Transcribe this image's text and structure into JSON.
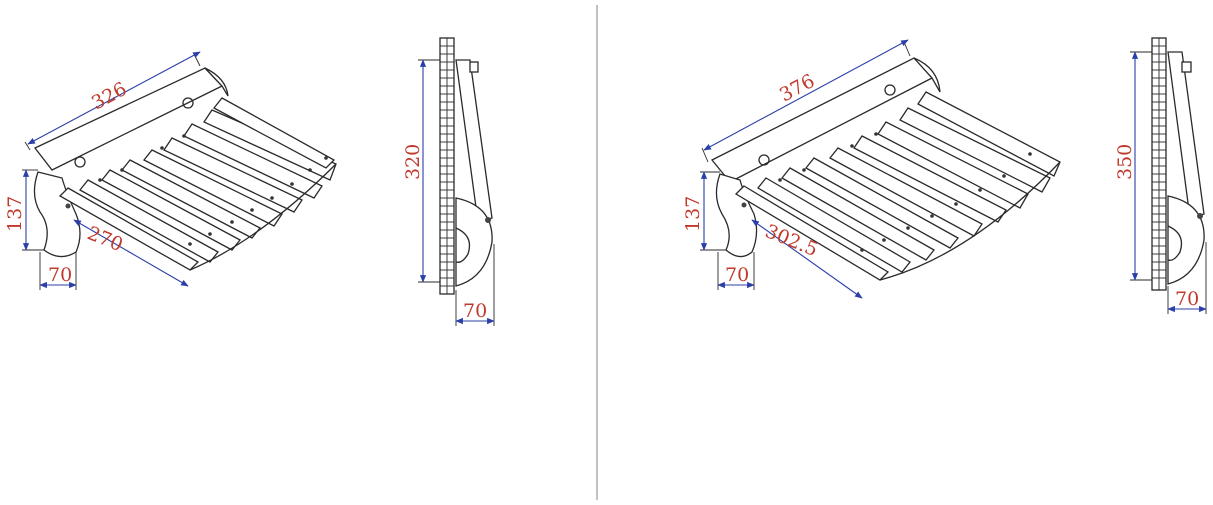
{
  "divider_color": "#9a9a9a",
  "line_color": "#2a2a2a",
  "dimension_line_color": "#2b3fa8",
  "dimension_text_color": "#c0392b",
  "left_product": {
    "perspective": {
      "width": "326",
      "height": "137",
      "depth": "270",
      "offset": "70"
    },
    "side": {
      "height": "320",
      "offset": "70"
    }
  },
  "right_product": {
    "perspective": {
      "width": "376",
      "height": "137",
      "depth": "302.5",
      "offset": "70"
    },
    "side": {
      "height": "350",
      "offset": "70"
    }
  }
}
